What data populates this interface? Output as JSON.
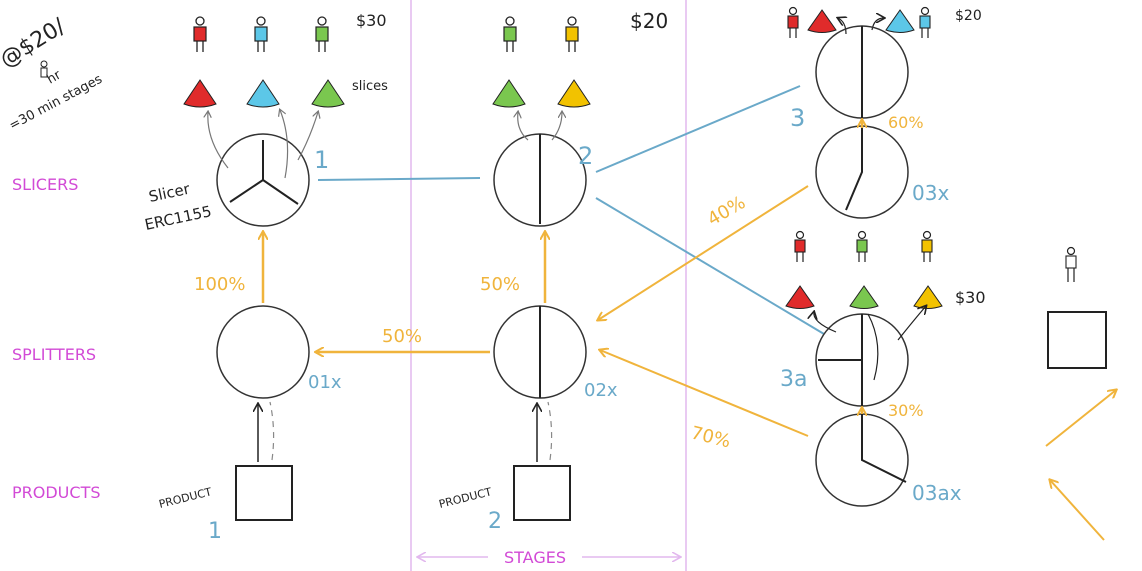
{
  "corner_note": {
    "line1": "@$20/",
    "line2": "hr",
    "line3": "=30 min stages"
  },
  "row_labels": {
    "slicers": "SLICERS",
    "splitters": "SPLITTERS",
    "products": "PRODUCTS"
  },
  "stages_label": "STAGES",
  "prices": {
    "stage1": "$30",
    "stage2": "$20",
    "stage3_top": "$20",
    "stage3_bottom": "$30"
  },
  "slices_label": "slices",
  "slicer_name": {
    "line1": "Slicer",
    "line2": "ERC1155"
  },
  "slicer_ids": {
    "s1": "1",
    "s2": "2",
    "s3": "3",
    "s3a": "3a"
  },
  "splitter_ids": {
    "s01": "01x",
    "s02": "02x",
    "s03": "03x",
    "s03a": "03ax"
  },
  "product_label": "PRODUCT",
  "product_ids": {
    "p1": "1",
    "p2": "2"
  },
  "percentages": {
    "p100": "100%",
    "p50_up": "50%",
    "p50_left": "50%",
    "p40": "40%",
    "p60": "60%",
    "p70": "70%",
    "p30": "30%"
  },
  "colors": {
    "pink": "#d24ad6",
    "blue": "#6aa9c9",
    "orange": "#f0b43c",
    "red": "#e02b2b",
    "cyan": "#5cc7e8",
    "green": "#7ac74f",
    "yellow": "#f2c200",
    "stage_line": "#e2b8ee"
  }
}
